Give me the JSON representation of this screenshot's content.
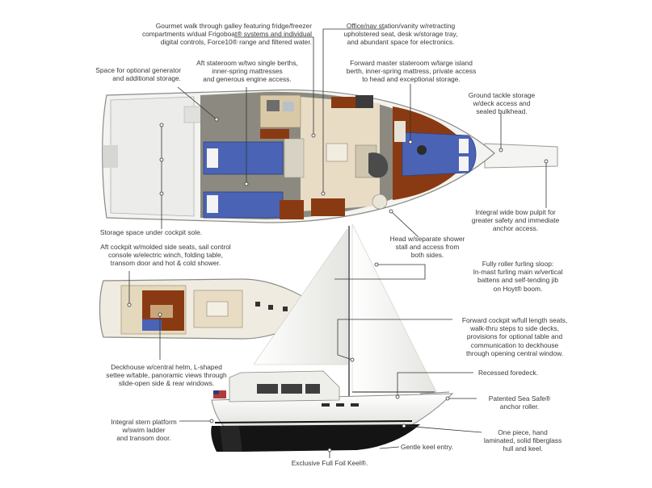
{
  "palette": {
    "wood": "#8a3a12",
    "wood_dark": "#5a2209",
    "berth_blue": "#4a63b5",
    "cabin_beige": "#e8dcc4",
    "gray_floor": "#8c8a80",
    "hull_white": "#f2f2ee",
    "keel_black": "#141414",
    "sail_white": "#f5f5f3",
    "leader_line": "#333333"
  },
  "callouts": {
    "galley": "Gourmet walk through galley featuring fridge/freezer\ncompartments w/dual Frigoboat® systems and individual\ndigital controls, Force10® range and filtered water.",
    "office": "Office/nav station/vanity w/retracting\nupholstered seat, desk w/storage tray,\nand abundant space for electronics.",
    "generator": "Space for optional generator\nand additional storage.",
    "aft_stateroom": "Aft stateroom w/two single berths,\ninner-spring mattresses\nand generous engine access.",
    "forward_master": "Forward master stateroom w/large island\nberth, inner-spring mattress, private access\nto head and exceptional storage.",
    "ground_tackle": "Ground tackle storage\nw/deck access and\nsealed bulkhead.",
    "storage_cockpit": "Storage space under cockpit sole.",
    "bow_pulpit": "Integral wide bow pulpit for\ngreater safety and immediate\nanchor access.",
    "head": "Head w/separate shower\nstall and access from\nboth sides.",
    "aft_cockpit": "Aft cockpit w/molded side seats, sail control\nconsole w/electric winch, folding table,\ntransom door and hot & cold shower.",
    "roller_sloop": "Fully roller furling sloop:\nIn-mast furling main w/vertical\nbattens and self-tending jib\non Hoyt® boom.",
    "forward_cockpit": "Forward cockpit w/full length seats,\nwalk-thru steps to side decks,\nprovisions for optional table and\ncommunication to deckhouse\nthrough opening central window.",
    "deckhouse": "Deckhouse w/central helm, L-shaped\nsettee w/table, panoramic views through\nslide-open side & rear windows.",
    "foredeck": "Recessed foredeck.",
    "sea_safe": "Patented Sea Safe®\nanchor roller.",
    "stern_platform": "Integral stern platform\nw/swim ladder\nand transom door.",
    "hull": "One piece, hand\nlaminated, solid fiberglass\nhull and keel.",
    "keel_entry": "Gentle keel entry.",
    "full_foil_keel": "Exclusive Full Foil Keel®."
  }
}
